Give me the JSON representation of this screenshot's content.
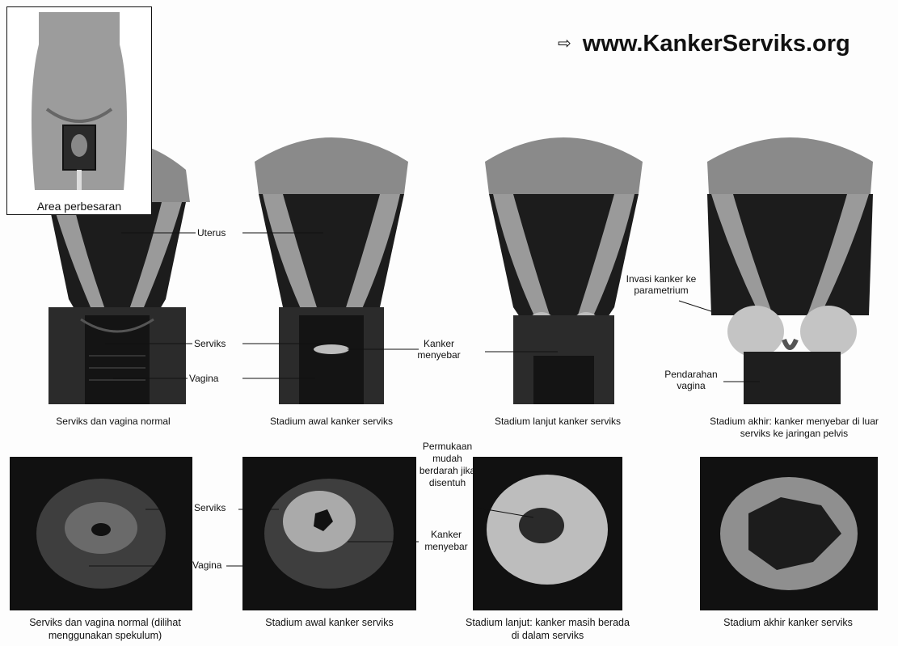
{
  "header": {
    "url": "www.KankerServiks.org"
  },
  "inset": {
    "caption": "Area perbesaran"
  },
  "top_labels": {
    "uterus": "Uterus",
    "serviks": "Serviks",
    "vagina": "Vagina",
    "kanker_menyebar": "Kanker menyebar",
    "invasi": "Invasi kanker ke parametrium",
    "pendarahan": "Pendarahan vagina"
  },
  "top_captions": [
    "Serviks dan vagina normal",
    "Stadium awal kanker serviks",
    "Stadium lanjut kanker serviks",
    "Stadium akhir: kanker menyebar di luar serviks ke jaringan pelvis"
  ],
  "bottom_labels": {
    "serviks": "Serviks",
    "vagina": "Vagina",
    "permukaan": "Permukaan mudah berdarah jika disentuh",
    "kanker_menyebar": "Kanker menyebar"
  },
  "bottom_captions": [
    "Serviks dan vagina normal (dilihat menggunakan spekulum)",
    "Stadium awal kanker serviks",
    "Stadium lanjut: kanker masih berada di dalam serviks",
    "Stadium akhir kanker serviks"
  ]
}
